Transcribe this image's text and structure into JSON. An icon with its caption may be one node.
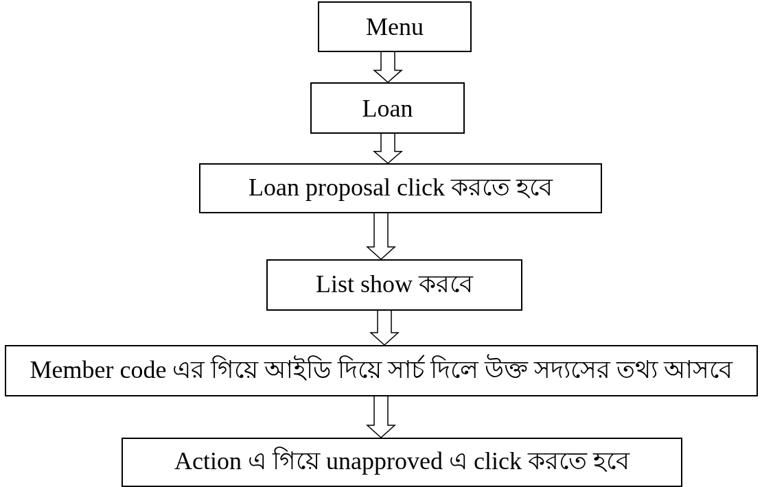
{
  "diagram": {
    "nodes": [
      {
        "text": [
          "Menu"
        ]
      },
      {
        "text": [
          "Loan"
        ]
      },
      {
        "text": [
          "Loan proposal click করতে হবে"
        ]
      },
      {
        "text": [
          "List show করবে"
        ]
      },
      {
        "text": [
          "Member code এর গিয়ে আইডি দিয়ে সার্চ দিলে উক্ত সদ্যসের তথ্য আসবে"
        ]
      },
      {
        "text": [
          "Action এ গিয়ে unapproved এ click করতে হবে"
        ]
      }
    ],
    "edges": [
      {
        "from": 0,
        "to": 1,
        "arrow": "to"
      },
      {
        "from": 1,
        "to": 2,
        "arrow": "to"
      },
      {
        "from": 2,
        "to": 3,
        "arrow": "to"
      },
      {
        "from": 3,
        "to": 4,
        "arrow": "to"
      },
      {
        "from": 4,
        "to": 5,
        "arrow": "to"
      }
    ]
  }
}
